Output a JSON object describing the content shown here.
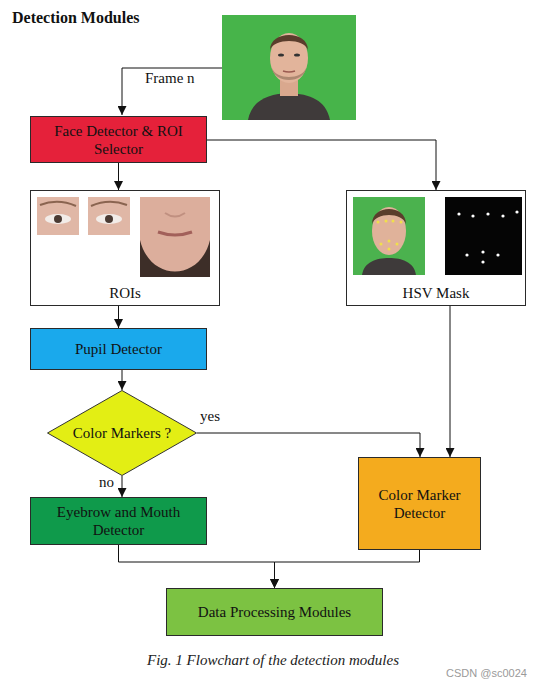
{
  "diagram": {
    "title": "Detection Modules",
    "caption": "Fig. 1 Flowchart of the detection modules",
    "nodes": [
      {
        "text": [
          "Face Detector & ROI Selector"
        ]
      },
      {
        "text": [
          "ROIs"
        ]
      },
      {
        "text": [
          "HSV Mask"
        ]
      },
      {
        "text": [
          "Pupil Detector"
        ]
      },
      {
        "text": [
          "Color Markers ?"
        ]
      },
      {
        "text": [
          "Eyebrow and Mouth Detector"
        ]
      },
      {
        "text": [
          "Color Marker Detector"
        ]
      },
      {
        "text": [
          "Data Processing Modules"
        ]
      }
    ],
    "edges": [
      {
        "from": 0,
        "to": 1,
        "arrow": "to"
      },
      {
        "from": 0,
        "to": 2,
        "arrow": "to"
      },
      {
        "from": 1,
        "to": 3,
        "arrow": "to"
      },
      {
        "from": 3,
        "to": 4,
        "arrow": "to"
      },
      {
        "from": 4,
        "to": 5,
        "label": "no",
        "arrow": "to"
      },
      {
        "from": 4,
        "to": 6,
        "label": "yes",
        "arrow": "to"
      },
      {
        "from": 2,
        "to": 6,
        "arrow": "to"
      },
      {
        "from": 5,
        "to": 7,
        "arrow": "to"
      },
      {
        "from": 6,
        "to": 7,
        "arrow": "to"
      }
    ],
    "labels": [
      "Frame n",
      "CSDN @sc0024"
    ]
  }
}
